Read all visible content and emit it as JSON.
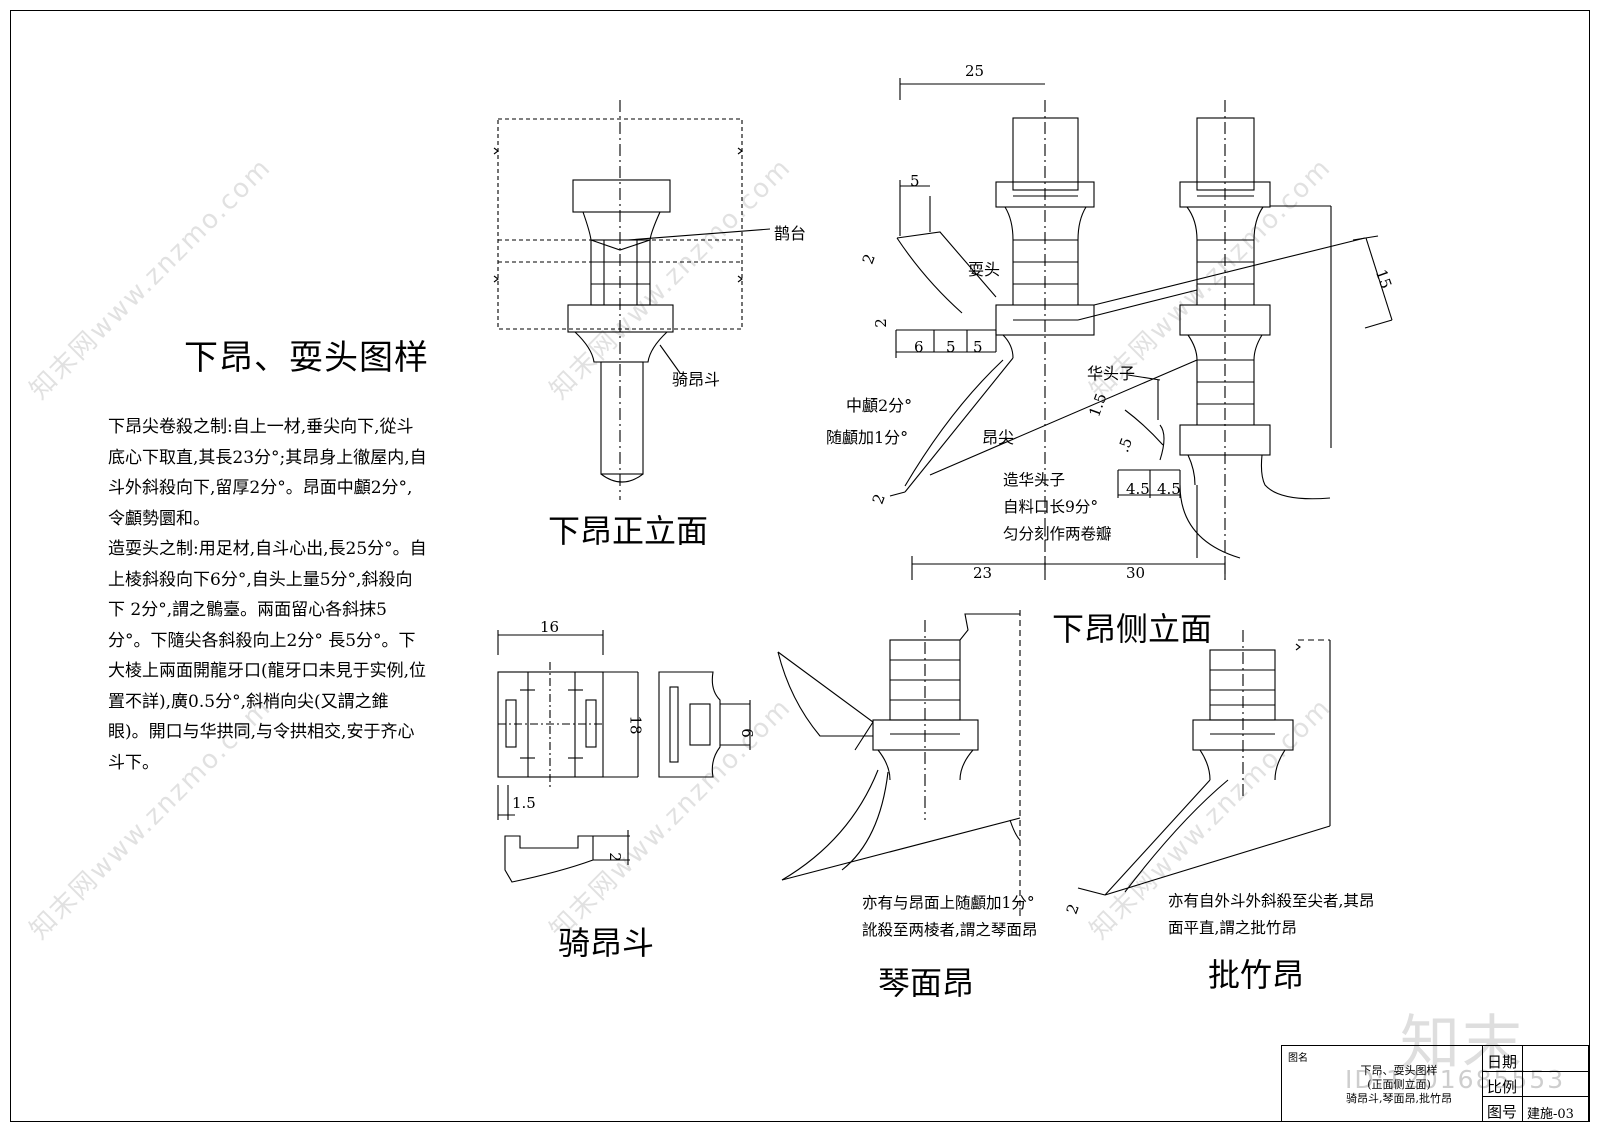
{
  "sheet": {
    "title": "下昂、耍头图样",
    "description": [
      "下昂尖卷殺之制:自上一材,垂尖向下,從斗底心下取直,其長23分°;其昂身上徹屋内,自斗外斜殺向下,留厚2分°。昂面中顱2分°,令顱勢圜和。",
      "造耍头之制:用足材,自斗心出,長25分°。自上棱斜殺向下6分°,自头上量5分°,斜殺向下 2分°,謂之鶻臺。兩面留心各斜抹5分°。下隨尖各斜殺向上2分° 長5分°。下大棱上兩面開龍牙口(龍牙口未見于实例,位置不詳),廣0.5分°,斜梢向尖(又謂之錐眼)。開口与华拱同,与令拱相交,安于齐心斗下。"
    ]
  },
  "figures": {
    "front_elevation": {
      "title": "下昂正立面",
      "label_pedestal": "鹊台",
      "label_bracket": "骑昂斗"
    },
    "side_elevation": {
      "title": "下昂侧立面",
      "labels": {
        "shuatou": "耍头",
        "zhongqu": "中顱2分°",
        "suiqu": "随顱加1分°",
        "angjian": "昂尖",
        "huatouzi": "华头子"
      },
      "note": [
        "造华头子",
        "自料口长9分°",
        "匀分刻作两卷瓣"
      ],
      "dimensions": {
        "top": "25",
        "d5": "5",
        "d2a": "2",
        "d2b": "2",
        "d6": "6",
        "d5b": "5",
        "d5c": "5",
        "d2c": "2",
        "d15": "15",
        "d15b": "1.5",
        "d05": ".5",
        "d45a": "4.5",
        "d45b": "4.5",
        "d23": "23",
        "d30": "30"
      }
    },
    "qiangdou": {
      "title": "骑昂斗",
      "dimensions": {
        "d16": "16",
        "d18": "18",
        "d6": "6",
        "d15": "1.5",
        "d2": "2"
      }
    },
    "qinmian": {
      "title": "琴面昂",
      "note": [
        "亦有与昂面上随顱加1分°",
        "訛殺至两棱者,謂之琴面昂"
      ]
    },
    "pizhu": {
      "title": "批竹昂",
      "note": [
        "亦有自外斗外斜殺至尖者,其昂",
        "面平直,謂之批竹昂"
      ],
      "dim": "2"
    }
  },
  "title_block": {
    "name_label": "图名",
    "name_lines": [
      "下昂、耍头图样",
      "(正面侧立面)",
      "骑昂斗,琴面昂,批竹昂"
    ],
    "date_label": "日期",
    "scale_label": "比例",
    "num_label": "图号",
    "num_value": "建施-03"
  },
  "watermark": {
    "text": "知末网www.znzmo.com",
    "logo": "知末",
    "id": "ID:1201685553"
  }
}
